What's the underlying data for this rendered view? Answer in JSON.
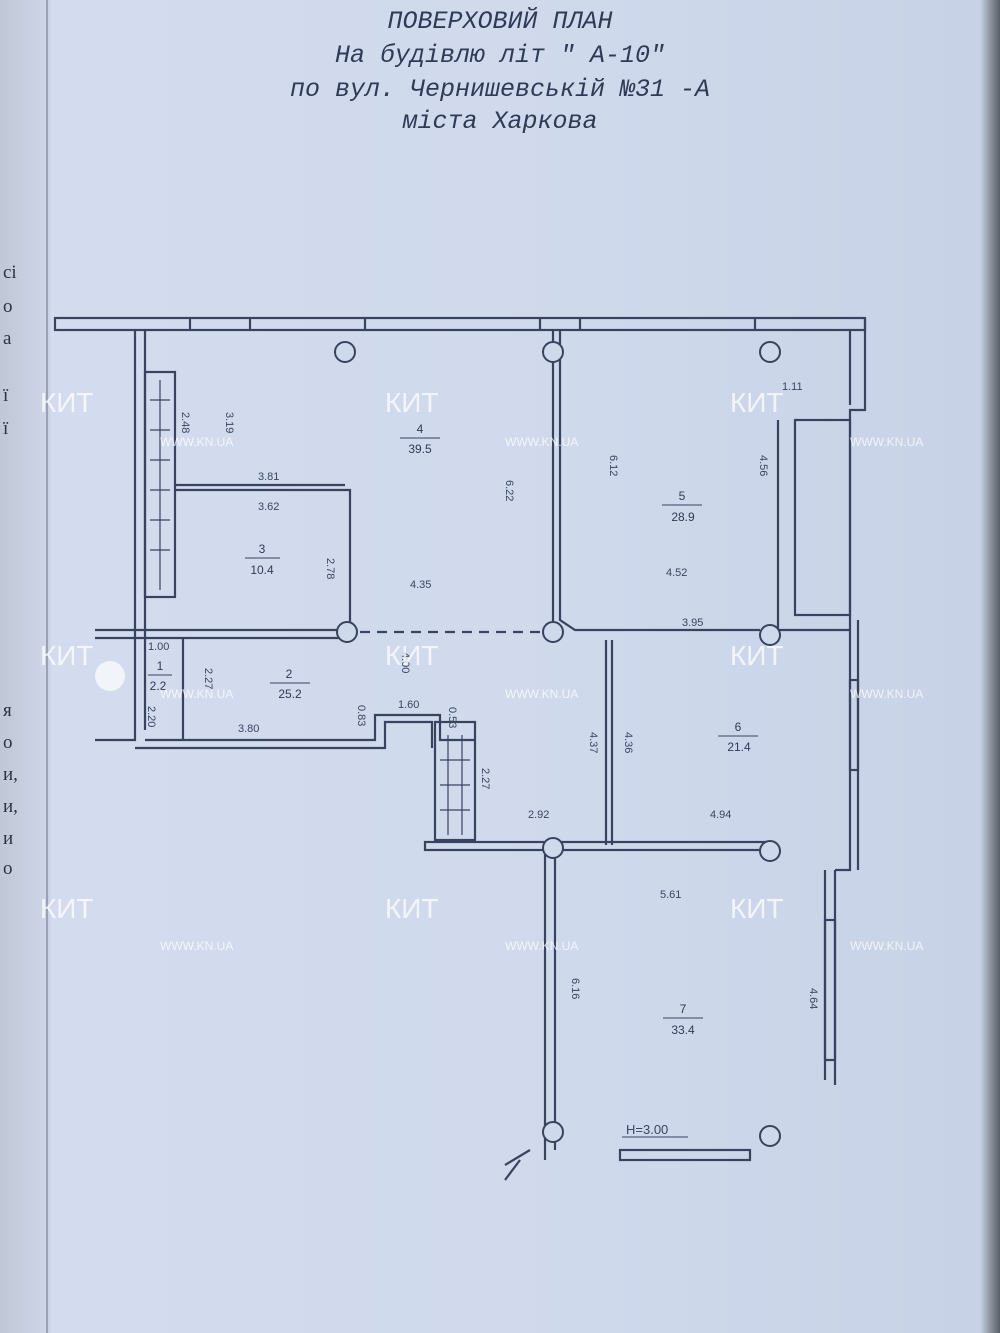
{
  "title": {
    "line1": "ПОВЕРХОВИЙ ПЛАН",
    "line2": "На будівлю літ  \" А-10\"",
    "line3": "по вул. Чернишевській  №31 -А",
    "line4": "міста Харкова"
  },
  "left_page_fragments": [
    "сі",
    "о",
    "а",
    "ї",
    "ї",
    "я",
    "о",
    "и,",
    "и,",
    "и",
    "о"
  ],
  "rooms": [
    {
      "number": "1",
      "area": "2.2"
    },
    {
      "number": "2",
      "area": "25.2"
    },
    {
      "number": "3",
      "area": "10.4"
    },
    {
      "number": "4",
      "area": "39.5"
    },
    {
      "number": "5",
      "area": "28.9"
    },
    {
      "number": "6",
      "area": "21.4"
    },
    {
      "number": "7",
      "area": "33.4"
    }
  ],
  "dimensions": [
    "2.48",
    "3.19",
    "3.81",
    "3.62",
    "2.78",
    "6.22",
    "4.35",
    "6.12",
    "4.56",
    "1.11",
    "4.52",
    "3.95",
    "1.00",
    "2.27",
    "2.20",
    "3.80",
    "0.83",
    "1.60",
    "0.53",
    "4.00",
    "2.27",
    "4.37",
    "4.36",
    "4.94",
    "2.92",
    "5.61",
    "6.16",
    "4.64"
  ],
  "height_label": "H=3.00",
  "watermark": {
    "brand": "КИТ",
    "url": "WWW.KN.UA"
  },
  "colors": {
    "paper": "#cfd9ec",
    "ink": "#2f3a55"
  }
}
